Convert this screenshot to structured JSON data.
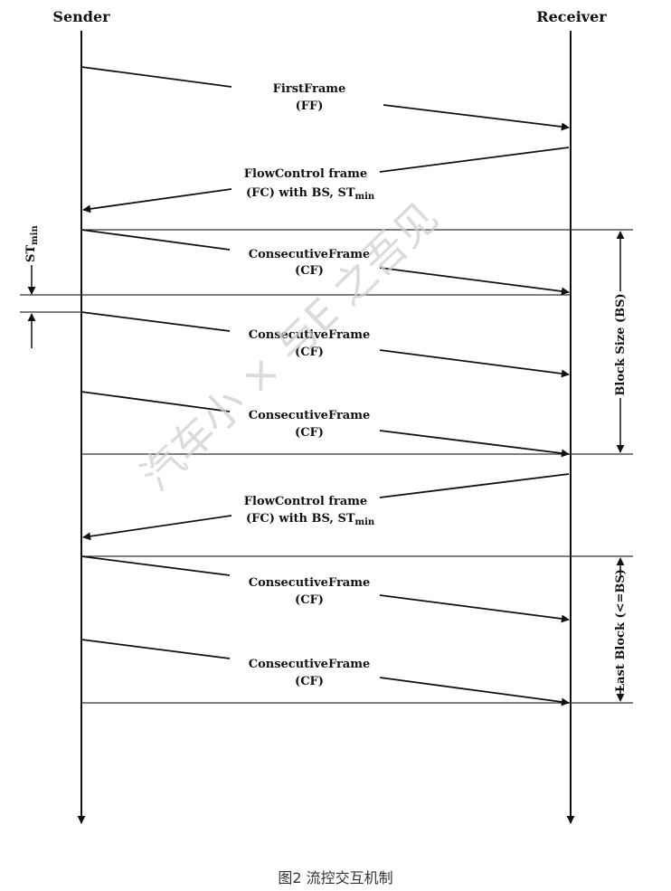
{
  "lanes": {
    "sender": "Sender",
    "receiver": "Receiver"
  },
  "messages": {
    "ff": {
      "line1": "FirstFrame",
      "line2": "(FF)"
    },
    "fc": {
      "line1": "FlowControl frame",
      "line2": "(FC) with BS, ST",
      "sub": "min"
    },
    "cf": {
      "line1": "ConsecutiveFrame",
      "line2": "(CF)"
    }
  },
  "stmin": {
    "label": "ST",
    "sub": "min"
  },
  "brackets": {
    "block_size": "Block Size (BS)",
    "last_block": "Last Block (<=BS)"
  },
  "watermark": "汽车小 × 与E 之吾见",
  "caption": "图2 流控交互机制"
}
